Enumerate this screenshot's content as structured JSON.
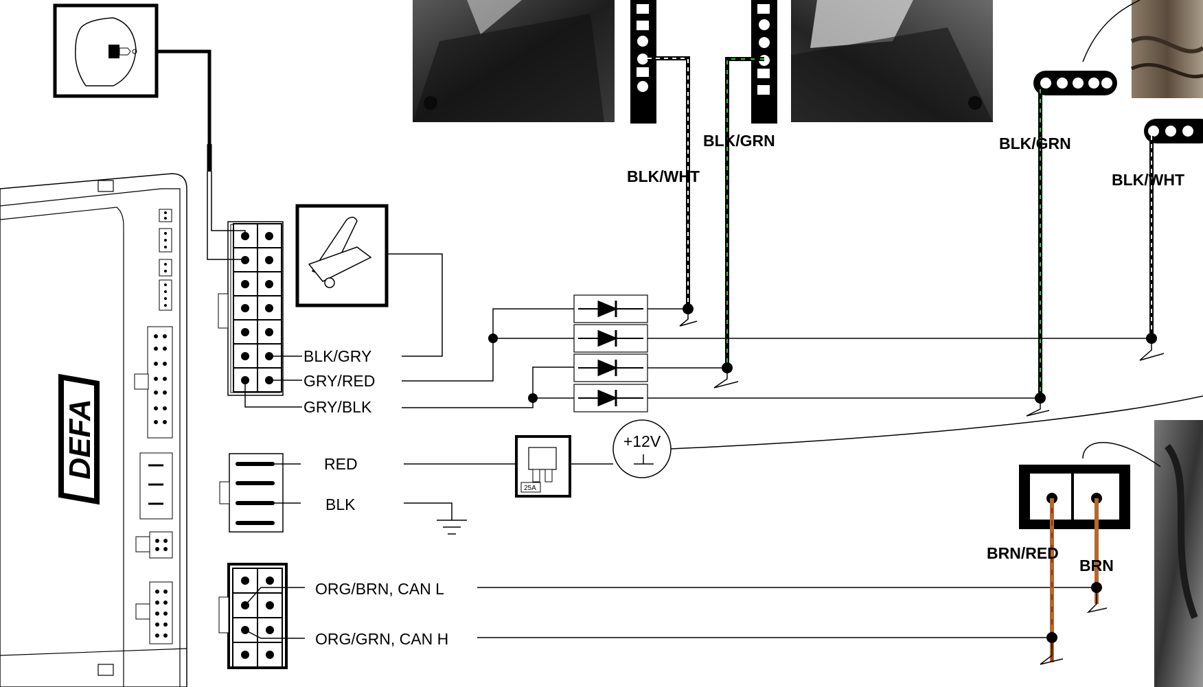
{
  "brand": {
    "logo_text": "DEFA"
  },
  "connector_a": {
    "wire_labels": [
      "BLK/GRY",
      "GRY/RED",
      "GRY/BLK"
    ]
  },
  "power_connector": {
    "wire_labels": [
      "RED",
      "BLK"
    ],
    "fuse_rating": "25A",
    "supply_label": "+12V"
  },
  "can_connector": {
    "wire_labels": [
      "ORG/BRN, CAN L",
      "ORG/GRN, CAN H"
    ]
  },
  "vehicle_wires": {
    "left_blk_wht": "BLK/WHT",
    "left_blk_grn": "BLK/GRN",
    "right_blk_grn": "BLK/GRN",
    "right_blk_wht": "BLK/WHT",
    "brn_red": "BRN/RED",
    "brn": "BRN"
  },
  "colors": {
    "wire_black": "#000000",
    "wire_green_stripe": "#37c43a",
    "wire_white_stripe": "#ffffff",
    "wire_brown": "#b36a2a",
    "wire_red_stripe": "#a02323",
    "photo_dark": "#2d2d2d",
    "photo_light": "#bdbdbd"
  },
  "icons": {
    "key_switch": "ignition-key-icon",
    "hood_switch": "hood-pin-switch-icon",
    "diode": "diode-icon",
    "ground": "ground-icon",
    "fuse": "blade-fuse-icon"
  }
}
